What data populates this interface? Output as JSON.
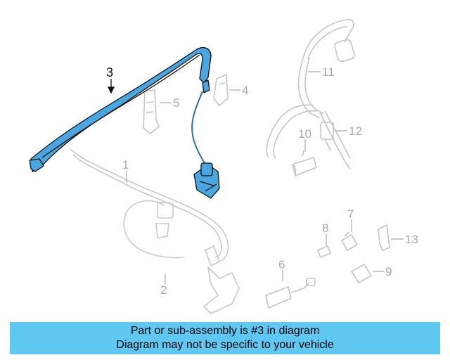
{
  "diagram": {
    "callouts": {
      "c1": "1",
      "c2": "2",
      "c3": "3",
      "c4": "4",
      "c5": "5",
      "c6": "6",
      "c7": "7",
      "c8": "8",
      "c9": "9",
      "c10": "10",
      "c11": "11",
      "c12": "12",
      "c13": "13"
    },
    "highlight_color": "#4aa6e0",
    "outline_color": "#c8c8c8"
  },
  "banner": {
    "line1": "Part or sub-assembly is #3 in diagram",
    "line2": "Diagram may not be specific to your vehicle",
    "background": "#5ec8f2"
  }
}
